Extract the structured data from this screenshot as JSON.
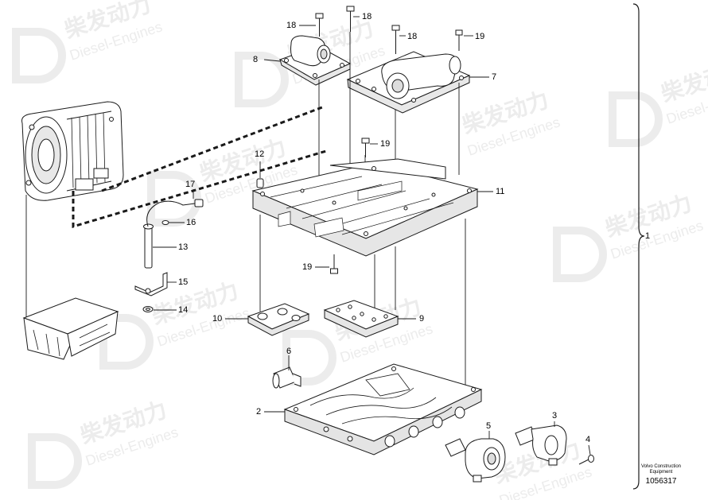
{
  "diagram": {
    "callouts": [
      {
        "id": "c1",
        "text": "1"
      },
      {
        "id": "c2",
        "text": "2"
      },
      {
        "id": "c3",
        "text": "3"
      },
      {
        "id": "c4",
        "text": "4"
      },
      {
        "id": "c5",
        "text": "5"
      },
      {
        "id": "c6",
        "text": "6"
      },
      {
        "id": "c7",
        "text": "7"
      },
      {
        "id": "c8",
        "text": "8"
      },
      {
        "id": "c9",
        "text": "9"
      },
      {
        "id": "c10",
        "text": "10"
      },
      {
        "id": "c11",
        "text": "11"
      },
      {
        "id": "c12",
        "text": "12"
      },
      {
        "id": "c13",
        "text": "13"
      },
      {
        "id": "c14",
        "text": "14"
      },
      {
        "id": "c15",
        "text": "15"
      },
      {
        "id": "c16",
        "text": "16"
      },
      {
        "id": "c17",
        "text": "17"
      },
      {
        "id": "c18a",
        "text": "18"
      },
      {
        "id": "c18b",
        "text": "18"
      },
      {
        "id": "c18c",
        "text": "18"
      },
      {
        "id": "c19a",
        "text": "19"
      },
      {
        "id": "c19b",
        "text": "19"
      },
      {
        "id": "c19c",
        "text": "19"
      }
    ],
    "credit_line1": "Volvo Construction",
    "credit_line2": "Equipment",
    "document_number": "1056317"
  },
  "watermark": {
    "brand_cn": "柴发动力",
    "brand_en": "Diesel-Engines"
  },
  "colors": {
    "line": "#1a1a1a",
    "part_fill": "#ffffff",
    "shade": "#d8d8d8",
    "watermark": "#e6e6e6"
  }
}
